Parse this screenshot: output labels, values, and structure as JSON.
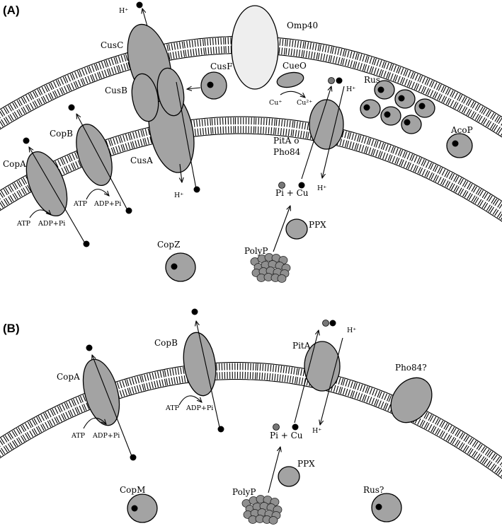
{
  "panel_a": {
    "label": "(A)",
    "omp40": "Omp40",
    "cusc": "CusC",
    "cusb": "CusB",
    "cusf": "CusF",
    "cusa": "CusA",
    "cueo": "CueO",
    "cu_plus": "Cu⁺",
    "cu_2plus": "Cu²⁺",
    "rus": "Rus",
    "acop": "AcoP",
    "copa": "CopA",
    "copb": "CopB",
    "pita_pho84_line1": "PitA o",
    "pita_pho84_line2": "Pho84",
    "h_plus": "H⁺",
    "atp": "ATP",
    "adp_pi": "ADP+Pi",
    "pi_cu": "Pi +  Cu",
    "ppx": "PPX",
    "copz": "CopZ",
    "polyp": "PolyP"
  },
  "panel_b": {
    "label": "(B)",
    "copa": "CopA",
    "copb": "CopB",
    "pita": "PitA",
    "pho84": "Pho84?",
    "h_plus": "H⁺",
    "atp": "ATP",
    "adp_pi": "ADP+Pi",
    "pi_cu": "Pi +  Cu",
    "ppx": "PPX",
    "copm": "CopM",
    "polyp": "PolyP",
    "rus": "Rus?"
  },
  "colors": {
    "protein_fill": "#a3a3a3",
    "omp40_fill": "#eeeeee",
    "polyp_fill": "#8f8f8f",
    "copper_ion": "#000000",
    "phosphate_ion": "#777777"
  }
}
